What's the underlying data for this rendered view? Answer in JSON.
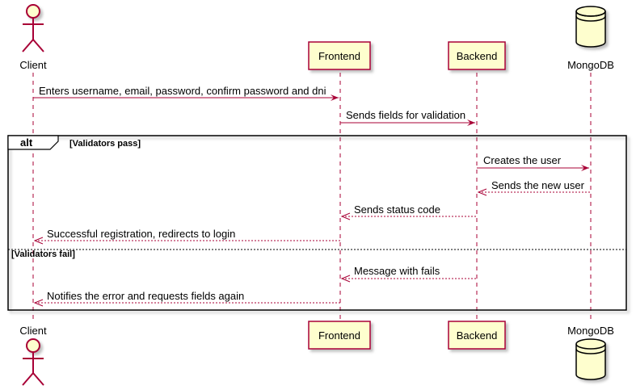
{
  "participants": {
    "client": "Client",
    "frontend": "Frontend",
    "backend": "Backend",
    "mongodb": "MongoDB"
  },
  "messages": [
    {
      "text": "Enters username, email, password, confirm password and dni",
      "style": "solid"
    },
    {
      "text": "Sends fields for validation",
      "style": "solid"
    },
    {
      "text": "Creates the user",
      "style": "solid"
    },
    {
      "text": "Sends the new user",
      "style": "dashed"
    },
    {
      "text": "Sends status code",
      "style": "dashed"
    },
    {
      "text": "Successful registration, redirects to login",
      "style": "dashed"
    },
    {
      "text": "Message with fails",
      "style": "dashed"
    },
    {
      "text": "Notifies the error and requests fields again",
      "style": "dashed"
    }
  ],
  "fragment": {
    "keyword": "alt",
    "condition_1": "[Validators pass]",
    "condition_2": "[Validators fail]"
  },
  "colors": {
    "line": "#A80036",
    "box_fill": "#FEFECE",
    "fragment_border": "#000000"
  }
}
